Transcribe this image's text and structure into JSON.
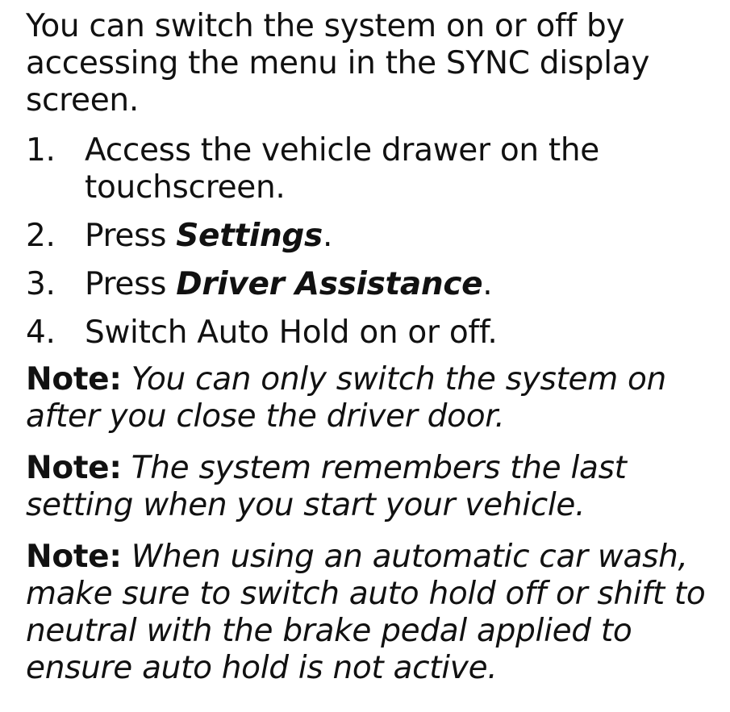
{
  "intro": "You can switch the system on or off by accessing the menu in the SYNC display screen.",
  "steps": [
    {
      "num": "1.",
      "text_before": "Access the vehicle drawer on the touchscreen.",
      "bold": "",
      "text_after": ""
    },
    {
      "num": "2.",
      "text_before": "Press ",
      "bold": "Settings",
      "text_after": "."
    },
    {
      "num": "3.",
      "text_before": "Press ",
      "bold": "Driver Assistance",
      "text_after": "."
    },
    {
      "num": "4.",
      "text_before": "Switch Auto Hold on or off.",
      "bold": "",
      "text_after": ""
    }
  ],
  "notes": [
    {
      "label": "Note:",
      "text": "You can only switch the system on after you close the driver door."
    },
    {
      "label": "Note:",
      "text": "The system remembers the last setting when you start your vehicle."
    },
    {
      "label": "Note:",
      "text": "When using an automatic car wash, make sure to switch auto hold off or shift to neutral with the brake pedal applied to ensure auto hold is not active."
    }
  ]
}
